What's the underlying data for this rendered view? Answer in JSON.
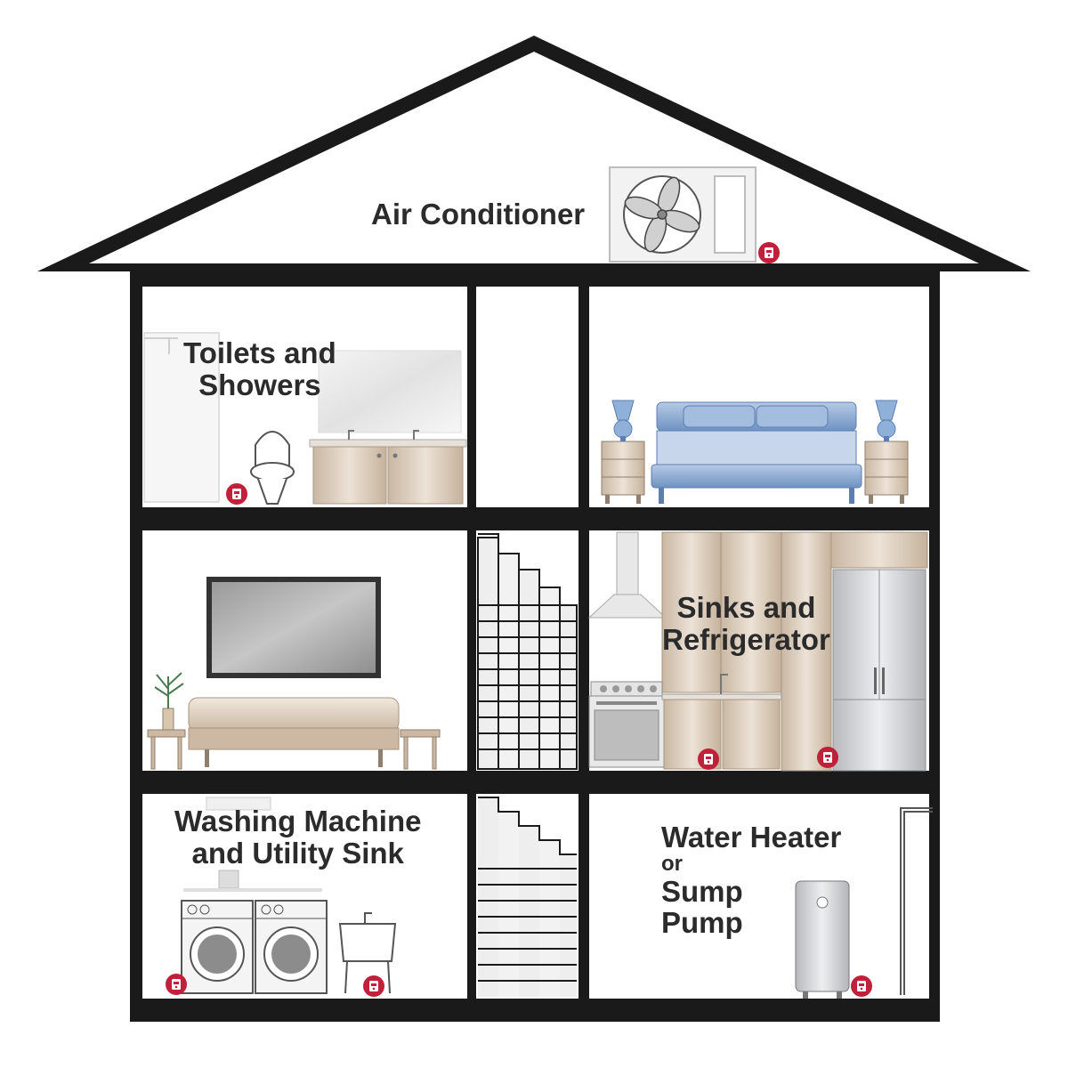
{
  "labels": {
    "air_conditioner": "Air Conditioner",
    "toilets_showers": [
      "Toilets and",
      "Showers"
    ],
    "sinks_refrigerator": [
      "Sinks and",
      "Refrigerator"
    ],
    "washing_utility": [
      "Washing Machine",
      "and Utility Sink"
    ],
    "water_heater": [
      "Water Heater",
      "or",
      "Sump",
      "Pump"
    ]
  },
  "colors": {
    "structure": "#1a1a1a",
    "sensor": "#c0203a",
    "cabinet": "#d8c9b9",
    "sofa_blue": "#8faed3",
    "appliance_gray": "#c9cbce",
    "text": "#2b2b2b"
  },
  "sensor_icon": "water-leak-sensor-icon"
}
